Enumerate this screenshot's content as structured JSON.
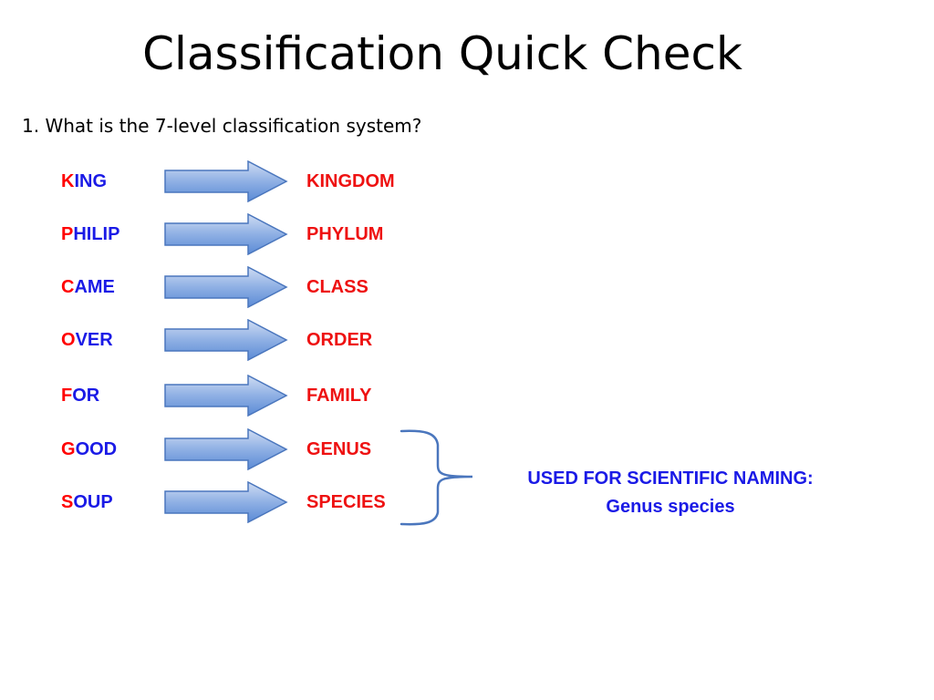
{
  "slide": {
    "title": "Classification Quick Check",
    "question": "1. What is the 7-level classification system?"
  },
  "rows": [
    {
      "mnemonic_first": "K",
      "mnemonic_rest": "ING",
      "rank": "KINGDOM"
    },
    {
      "mnemonic_first": "P",
      "mnemonic_rest": "HILIP",
      "rank": "PHYLUM"
    },
    {
      "mnemonic_first": "C",
      "mnemonic_rest": "AME",
      "rank": "CLASS"
    },
    {
      "mnemonic_first": "O",
      "mnemonic_rest": "VER",
      "rank": "ORDER"
    },
    {
      "mnemonic_first": "F",
      "mnemonic_rest": "OR",
      "rank": "FAMILY"
    },
    {
      "mnemonic_first": "G",
      "mnemonic_rest": "OOD",
      "rank": "GENUS"
    },
    {
      "mnemonic_first": "S",
      "mnemonic_rest": "OUP",
      "rank": "SPECIES"
    }
  ],
  "note": {
    "line1": "USED FOR SCIENTIFIC NAMING:",
    "line2": "Genus species"
  },
  "colors": {
    "first_letter": "#ff0000",
    "mnemonic_rest": "#1a1ae6",
    "rank": "#ee1111",
    "arrow_fill_top": "#b8cdee",
    "arrow_fill_bottom": "#5b8bd6",
    "arrow_stroke": "#4a76bd",
    "brace": "#4a76bd"
  },
  "icons": {
    "arrow": "right-arrow-icon",
    "brace": "right-curly-brace-icon"
  }
}
